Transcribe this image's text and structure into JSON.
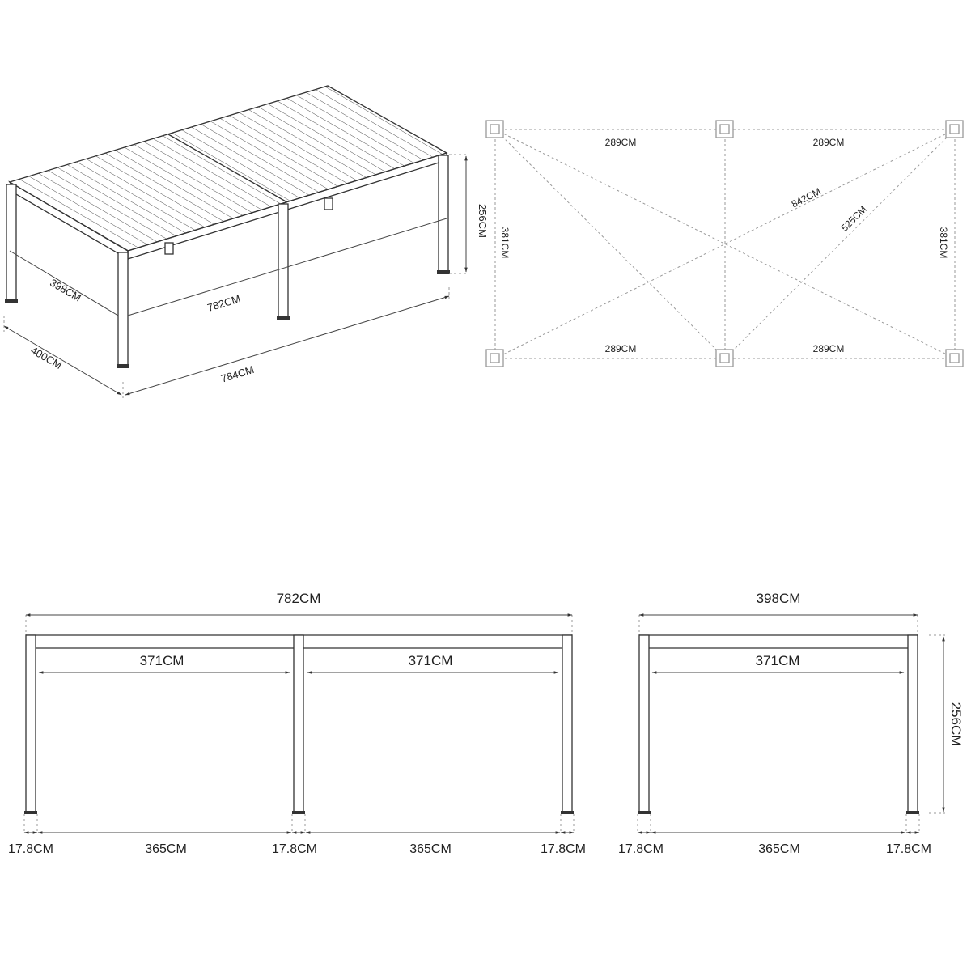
{
  "iso_view": {
    "labels": {
      "depth_inner": "398CM",
      "length_inner": "782CM",
      "depth_outer": "400CM",
      "length_outer": "784CM",
      "height": "256CM"
    }
  },
  "plan_view": {
    "labels": {
      "top_left_span": "289CM",
      "top_right_span": "289CM",
      "bottom_left_span": "289CM",
      "bottom_right_span": "289CM",
      "left_side": "381CM",
      "right_side": "381CM",
      "long_diagonal": "842CM",
      "short_diagonal": "525CM"
    }
  },
  "front_view": {
    "labels": {
      "overall_width": "782CM",
      "left_beam_span": "371CM",
      "right_beam_span": "371CM",
      "post_left": "17.8CM",
      "gap_left": "365CM",
      "post_middle": "17.8CM",
      "gap_right": "365CM",
      "post_right": "17.8CM"
    }
  },
  "side_view": {
    "labels": {
      "overall_width": "398CM",
      "beam_span": "371CM",
      "height": "256CM",
      "post_left": "17.8CM",
      "gap": "365CM",
      "post_right": "17.8CM"
    }
  },
  "colors": {
    "line": "#333333",
    "dotted": "#999999",
    "text": "#222222",
    "background": "#ffffff"
  }
}
